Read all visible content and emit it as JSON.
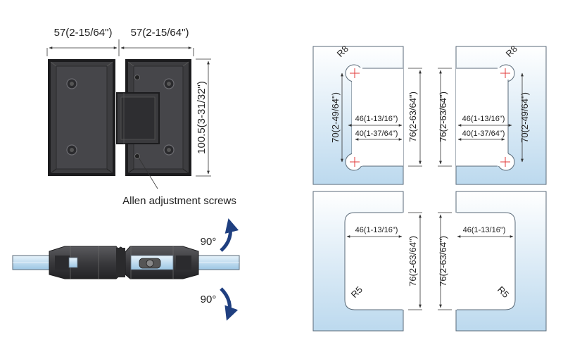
{
  "hinge_front": {
    "width_left": "57(2-15/64\")",
    "width_right": "57(2-15/64\")",
    "height": "100.5(3-31/32\")",
    "callout": "Allen adjustment screws"
  },
  "hinge_top": {
    "angle_up": "90°",
    "angle_down": "90°"
  },
  "cutouts": {
    "top_left": {
      "radius": "R8",
      "hole_spacing": "70(2-49/64\")",
      "height": "76(2-63/64\")",
      "width_outer": "46(1-13/16\")",
      "width_inner": "40(1-37/64\")"
    },
    "top_right": {
      "radius": "R8",
      "hole_spacing": "70(2-49/64\")",
      "height": "76(2-63/64\")",
      "width_outer": "46(1-13/16\")",
      "width_inner": "40(1-37/64\")"
    },
    "bottom_left": {
      "radius": "R5",
      "height": "76(2-63/64\")",
      "width": "46(1-13/16\")"
    },
    "bottom_right": {
      "radius": "R5",
      "height": "76(2-63/64\")",
      "width": "46(1-13/16\")"
    }
  },
  "colors": {
    "hinge_body": "#3d3d40",
    "hinge_edge": "#1c1c1e",
    "glass_top": "#ffffff",
    "glass_bottom": "#bcd9ee",
    "cutout": "#ffffff",
    "hole_mark": "#e23b3b",
    "arrow": "#1f3f80"
  }
}
